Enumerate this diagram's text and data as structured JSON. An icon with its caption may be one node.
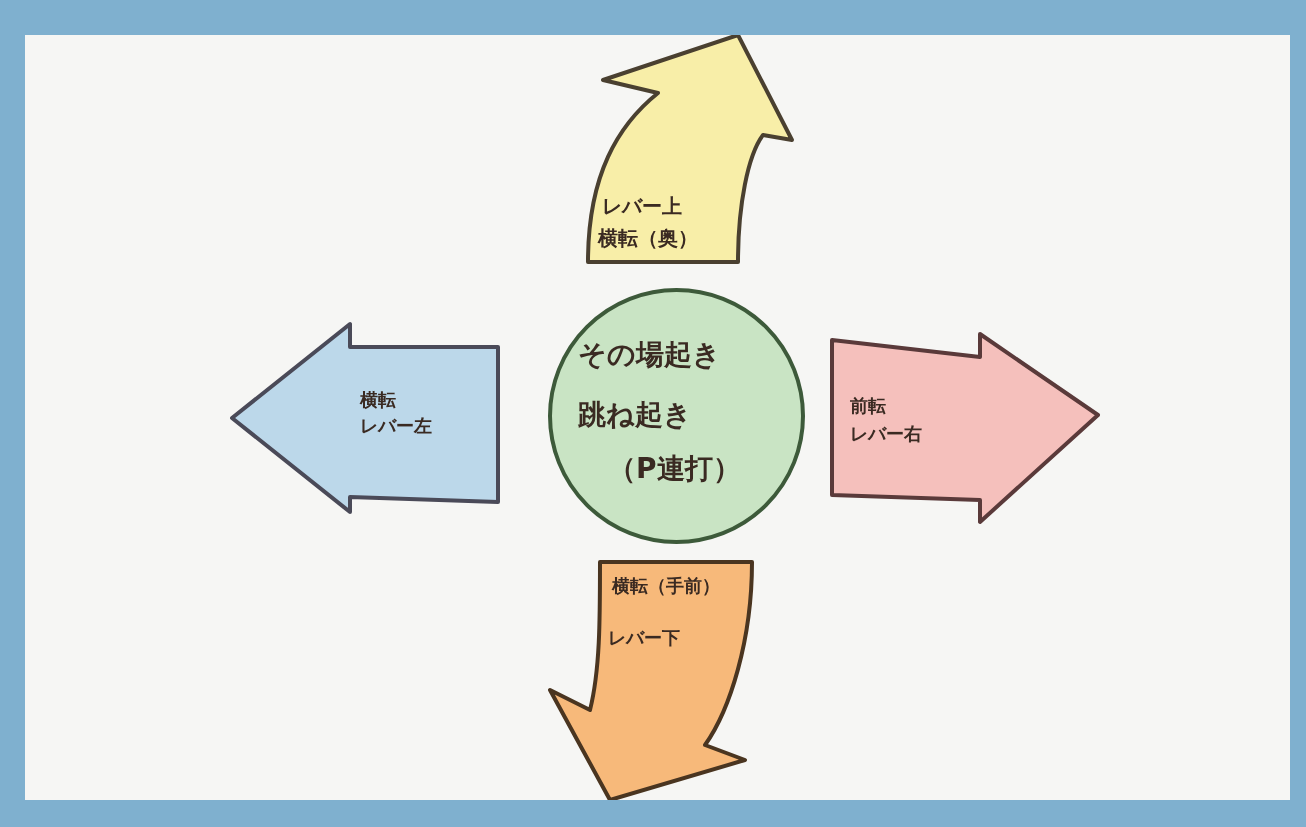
{
  "diagram": {
    "nodes": [
      {
        "text": [
          "その場起き",
          "跳ね起き",
          "（P連打）"
        ]
      },
      {
        "text": [
          "レバー上",
          "横転（奥）"
        ]
      },
      {
        "text": [
          "横転",
          "レバー左"
        ]
      },
      {
        "text": [
          "前転",
          "レバー右"
        ]
      },
      {
        "text": [
          "横転（手前）",
          "レバー下"
        ]
      }
    ]
  }
}
